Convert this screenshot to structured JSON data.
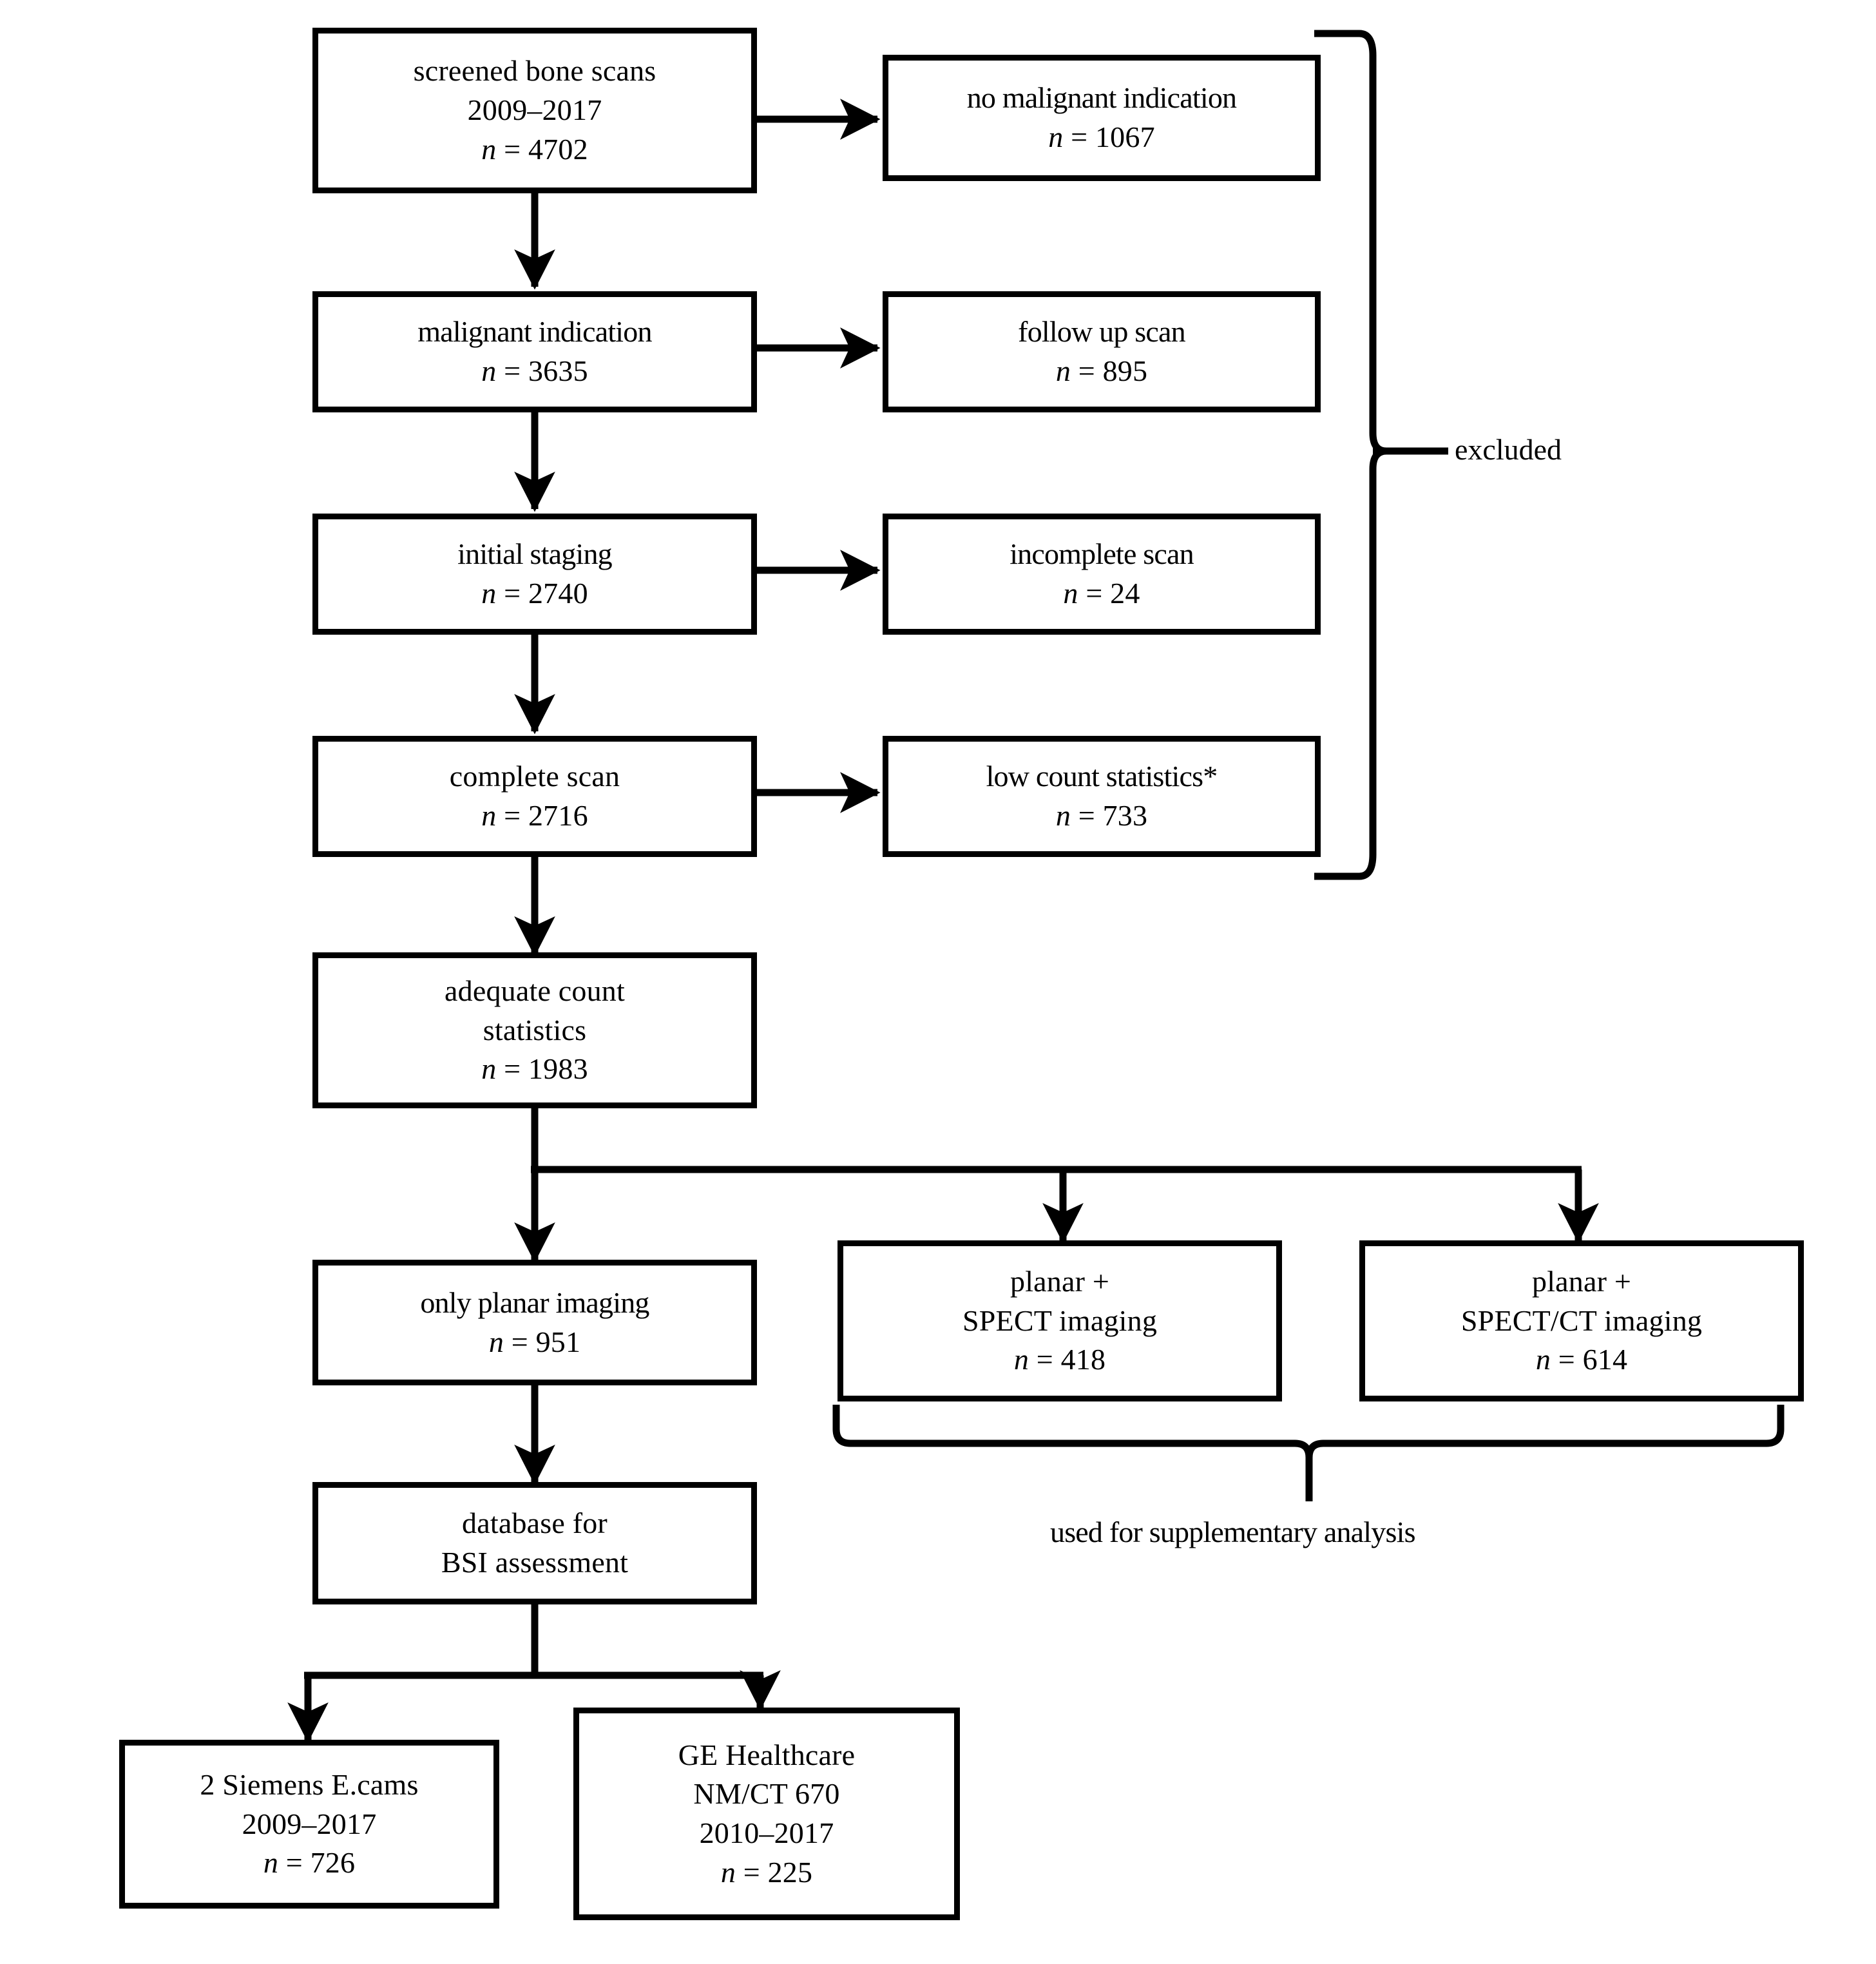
{
  "diagram": {
    "title": "bone scan study selection flowchart",
    "accent_color": "#000000",
    "background_color": "#ffffff"
  },
  "nodes": {
    "screened": {
      "name": "screened-bone-scans",
      "lines": [
        "screened  bone scans",
        "2009–2017"
      ],
      "n_label": "n",
      "n_sep": " = ",
      "n_value": "4702"
    },
    "no_malignant": {
      "name": "no-malignant-indication",
      "lines": [
        "no malignant indication"
      ],
      "n_label": "n",
      "n_sep": " = ",
      "n_value": "1067"
    },
    "malignant": {
      "name": "malignant-indication",
      "lines": [
        "malignant indication"
      ],
      "n_label": "n",
      "n_sep": " = ",
      "n_value": "3635"
    },
    "followup": {
      "name": "follow-up-scan",
      "lines": [
        "follow up scan"
      ],
      "n_label": "n",
      "n_sep": " = ",
      "n_value": "895"
    },
    "initial_staging": {
      "name": "initial-staging",
      "lines": [
        "initial staging"
      ],
      "n_label": "n",
      "n_sep": " = ",
      "n_value": "2740"
    },
    "incomplete": {
      "name": "incomplete-scan",
      "lines": [
        "incomplete scan"
      ],
      "n_label": "n",
      "n_sep": " = ",
      "n_value": "24"
    },
    "complete": {
      "name": "complete-scan",
      "lines": [
        "complete scan"
      ],
      "n_label": "n",
      "n_sep": " = ",
      "n_value": "2716"
    },
    "low_count": {
      "name": "low-count-statistics",
      "lines": [
        "low count statistics*"
      ],
      "n_label": "n",
      "n_sep": " = ",
      "n_value": "733"
    },
    "adequate": {
      "name": "adequate-count-statistics",
      "lines": [
        "adequate count",
        "statistics"
      ],
      "n_label": "n",
      "n_sep": " = ",
      "n_value": "1983"
    },
    "only_planar": {
      "name": "only-planar-imaging",
      "lines": [
        "only planar imaging"
      ],
      "n_label": "n",
      "n_sep": " = ",
      "n_value": "951"
    },
    "planar_spect": {
      "name": "planar-plus-spect-imaging",
      "lines": [
        "planar +",
        "SPECT  imaging"
      ],
      "n_label": "n",
      "n_sep": " = ",
      "n_value": "418"
    },
    "planar_spect_ct": {
      "name": "planar-plus-spect-ct-imaging",
      "lines": [
        "planar +",
        "SPECT/CT imaging"
      ],
      "n_label": "n",
      "n_sep": " = ",
      "n_value": "614"
    },
    "database": {
      "name": "database-for-bsi-assessment",
      "lines": [
        "database  for",
        "BSI assessment"
      ],
      "n_label": "",
      "n_sep": "",
      "n_value": ""
    },
    "siemens": {
      "name": "siemens-ecams",
      "lines": [
        "2 Siemens  E.cams",
        "2009–2017"
      ],
      "n_label": "n",
      "n_sep": " = ",
      "n_value": "726"
    },
    "ge": {
      "name": "ge-healthcare-nmct670",
      "lines": [
        "GE Healthcare",
        "NM/CT 670",
        "2010–2017"
      ],
      "n_label": "n",
      "n_sep": " = ",
      "n_value": "225"
    }
  },
  "annotations": {
    "excluded": "excluded",
    "supplementary": "used  for supplementary analysis"
  }
}
